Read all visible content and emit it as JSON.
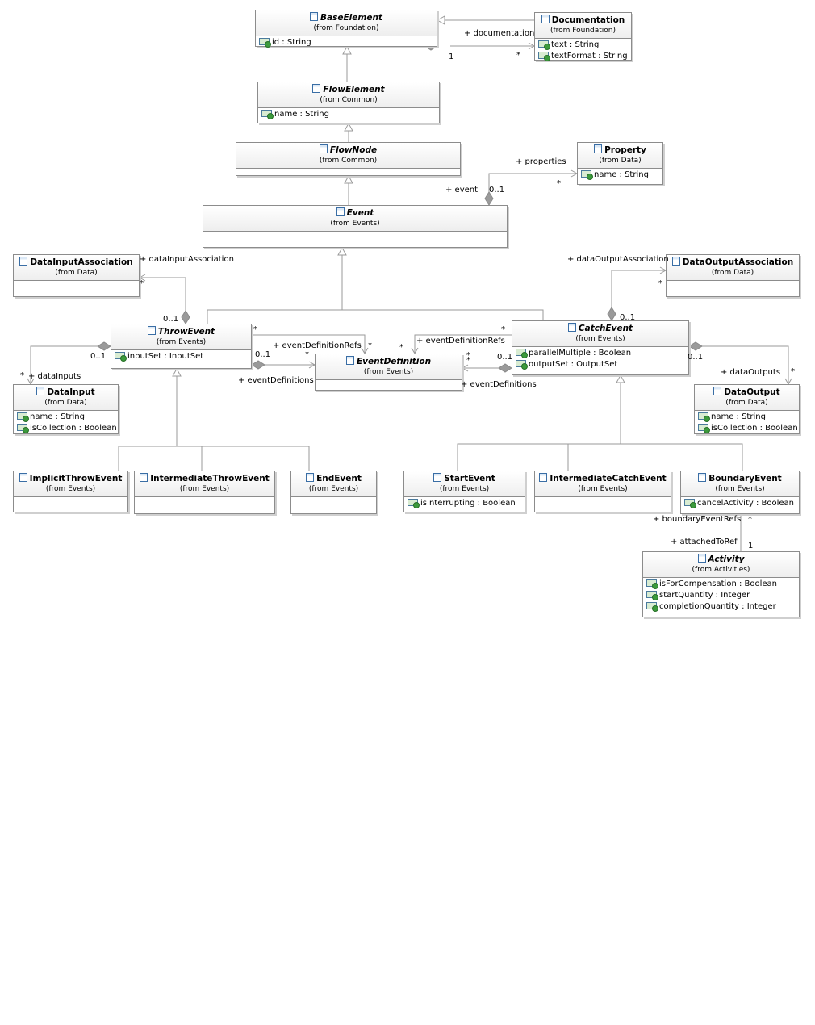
{
  "classes": [
    {
      "id": "BaseElement",
      "name": "BaseElement",
      "from": "(from Foundation)",
      "abstract": true,
      "attrs": [
        "id : String"
      ]
    },
    {
      "id": "Documentation",
      "name": "Documentation",
      "from": "(from Foundation)",
      "abstract": false,
      "attrs": [
        "text : String",
        "textFormat : String"
      ]
    },
    {
      "id": "FlowElement",
      "name": "FlowElement",
      "from": "(from Common)",
      "abstract": true,
      "attrs": [
        "name : String"
      ]
    },
    {
      "id": "FlowNode",
      "name": "FlowNode",
      "from": "(from Common)",
      "abstract": true,
      "attrs": []
    },
    {
      "id": "Property",
      "name": "Property",
      "from": "(from Data)",
      "abstract": false,
      "attrs": [
        "name : String"
      ]
    },
    {
      "id": "Event",
      "name": "Event",
      "from": "(from Events)",
      "abstract": true,
      "attrs": []
    },
    {
      "id": "DataInputAssociation",
      "name": "DataInputAssociation",
      "from": "(from Data)",
      "abstract": false,
      "attrs": []
    },
    {
      "id": "DataOutputAssociation",
      "name": "DataOutputAssociation",
      "from": "(from Data)",
      "abstract": false,
      "attrs": []
    },
    {
      "id": "ThrowEvent",
      "name": "ThrowEvent",
      "from": "(from Events)",
      "abstract": true,
      "attrs": [
        "inputSet : InputSet"
      ]
    },
    {
      "id": "CatchEvent",
      "name": "CatchEvent",
      "from": "(from Events)",
      "abstract": true,
      "attrs": [
        "parallelMultiple : Boolean",
        "outputSet : OutputSet"
      ]
    },
    {
      "id": "EventDefinition",
      "name": "EventDefinition",
      "from": "(from Events)",
      "abstract": true,
      "attrs": []
    },
    {
      "id": "DataInput",
      "name": "DataInput",
      "from": "(from Data)",
      "abstract": false,
      "attrs": [
        "name : String",
        "isCollection : Boolean"
      ]
    },
    {
      "id": "DataOutput",
      "name": "DataOutput",
      "from": "(from Data)",
      "abstract": false,
      "attrs": [
        "name : String",
        "isCollection : Boolean"
      ]
    },
    {
      "id": "ImplicitThrowEvent",
      "name": "ImplicitThrowEvent",
      "from": "(from Events)",
      "abstract": false,
      "attrs": []
    },
    {
      "id": "IntermediateThrowEvent",
      "name": "IntermediateThrowEvent",
      "from": "(from Events)",
      "abstract": false,
      "attrs": []
    },
    {
      "id": "EndEvent",
      "name": "EndEvent",
      "from": "(from Events)",
      "abstract": false,
      "attrs": []
    },
    {
      "id": "StartEvent",
      "name": "StartEvent",
      "from": "(from Events)",
      "abstract": false,
      "attrs": [
        "isInterrupting : Boolean"
      ]
    },
    {
      "id": "IntermediateCatchEvent",
      "name": "IntermediateCatchEvent",
      "from": "(from Events)",
      "abstract": false,
      "attrs": []
    },
    {
      "id": "BoundaryEvent",
      "name": "BoundaryEvent",
      "from": "(from Events)",
      "abstract": false,
      "attrs": [
        "cancelActivity : Boolean"
      ]
    },
    {
      "id": "Activity",
      "name": "Activity",
      "from": "(from Activities)",
      "abstract": true,
      "attrs": [
        "isForCompensation : Boolean",
        "startQuantity : Integer",
        "completionQuantity : Integer"
      ]
    }
  ],
  "labels": [
    {
      "id": "documentation",
      "text": "+ documentation"
    },
    {
      "id": "doc_1",
      "text": "1"
    },
    {
      "id": "doc_star",
      "text": "*"
    },
    {
      "id": "properties",
      "text": "+ properties"
    },
    {
      "id": "event",
      "text": "+ event"
    },
    {
      "id": "ev_01",
      "text": "0..1"
    },
    {
      "id": "prop_star",
      "text": "*"
    },
    {
      "id": "dataInputAssociation",
      "text": "+ dataInputAssociation"
    },
    {
      "id": "dia_star",
      "text": "*"
    },
    {
      "id": "dia_01",
      "text": "0..1"
    },
    {
      "id": "dataOutputAssociation",
      "text": "+ dataOutputAssociation"
    },
    {
      "id": "doa_star",
      "text": "*"
    },
    {
      "id": "doa_01",
      "text": "0..1"
    },
    {
      "id": "te_star_ref",
      "text": "*"
    },
    {
      "id": "eventDefinitionRefs_left",
      "text": "+ eventDefinitionRefs"
    },
    {
      "id": "edr_left_star",
      "text": "*"
    },
    {
      "id": "te_01_ed",
      "text": "0..1"
    },
    {
      "id": "ed_left_star",
      "text": "*"
    },
    {
      "id": "eventDefinitions_left",
      "text": "+ eventDefinitions"
    },
    {
      "id": "eventDefinitionRefs_right",
      "text": "+ eventDefinitionRefs"
    },
    {
      "id": "edr_right_star",
      "text": "*"
    },
    {
      "id": "ed_right_star",
      "text": "*"
    },
    {
      "id": "ce_star_ref",
      "text": "*"
    },
    {
      "id": "ce_01_ed",
      "text": "0..1"
    },
    {
      "id": "ed_right_star2",
      "text": "*"
    },
    {
      "id": "eventDefinitions_right",
      "text": "+ eventDefinitions"
    },
    {
      "id": "te_01_di",
      "text": "0..1"
    },
    {
      "id": "di_star",
      "text": "*"
    },
    {
      "id": "dataInputs",
      "text": "+ dataInputs"
    },
    {
      "id": "ce_01_do",
      "text": "0..1"
    },
    {
      "id": "dataOutputs",
      "text": "+ dataOutputs"
    },
    {
      "id": "do_star",
      "text": "*"
    },
    {
      "id": "boundaryEventRefs",
      "text": "+ boundaryEventRefs"
    },
    {
      "id": "ber_star",
      "text": "*"
    },
    {
      "id": "attachedToRef",
      "text": "+ attachedToRef"
    },
    {
      "id": "atr_1",
      "text": "1"
    }
  ]
}
